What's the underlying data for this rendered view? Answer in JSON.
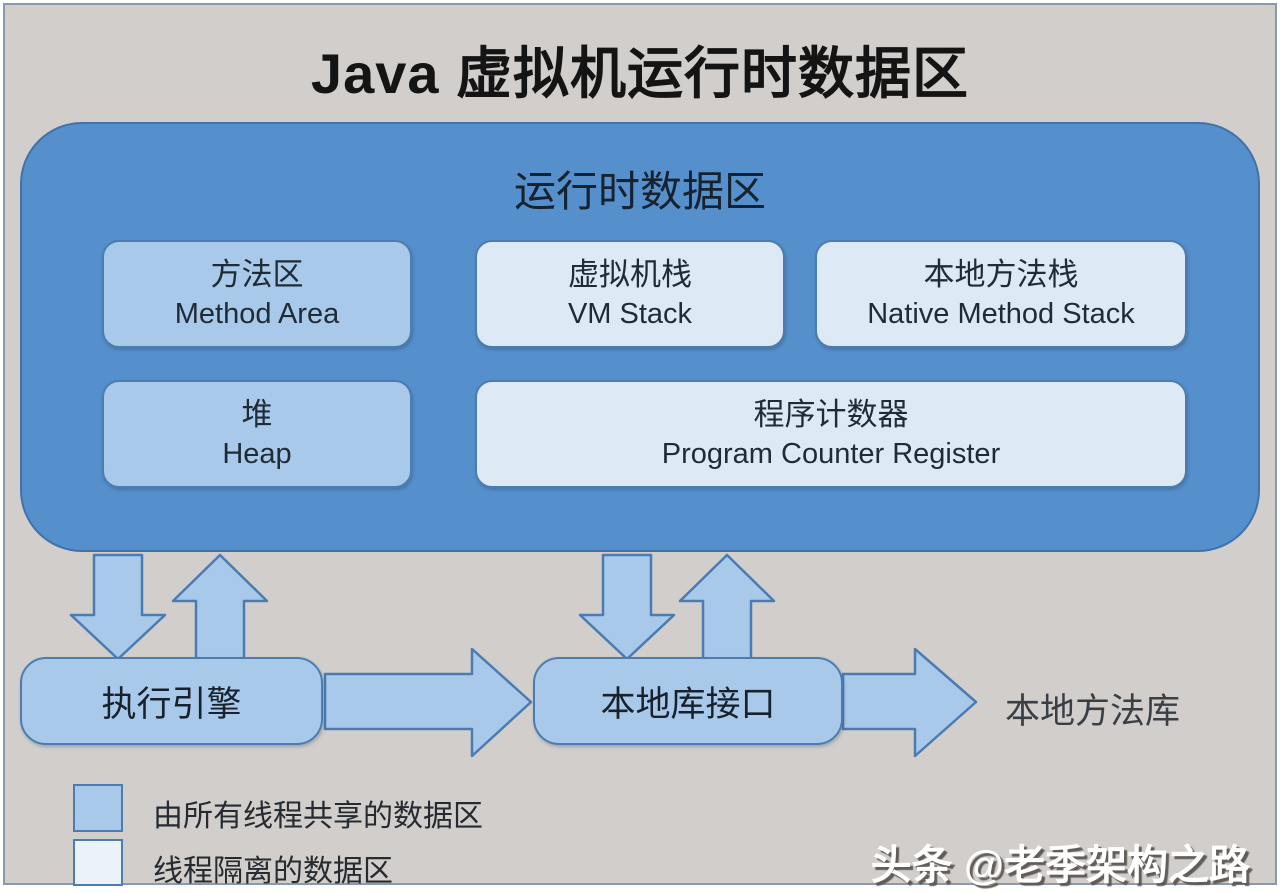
{
  "page": {
    "title": "Java 虚拟机运行时数据区"
  },
  "diagram": {
    "runtime_area": {
      "title": "运行时数据区",
      "boxes": [
        {
          "id": "method-area",
          "zh": "方法区",
          "en": "Method Area",
          "category": "shared"
        },
        {
          "id": "vm-stack",
          "zh": "虚拟机栈",
          "en": "VM Stack",
          "category": "isolated"
        },
        {
          "id": "native-method-stack",
          "zh": "本地方法栈",
          "en": "Native Method Stack",
          "category": "isolated"
        },
        {
          "id": "heap",
          "zh": "堆",
          "en": "Heap",
          "category": "shared"
        },
        {
          "id": "pc-register",
          "zh": "程序计数器",
          "en": "Program Counter Register",
          "category": "isolated"
        }
      ]
    },
    "execution_engine": {
      "label": "执行引擎"
    },
    "native_interface": {
      "label": "本地库接口"
    },
    "native_library": {
      "label": "本地方法库"
    },
    "arrows": [
      {
        "name": "runtime-to-engine",
        "direction": "down"
      },
      {
        "name": "engine-to-runtime",
        "direction": "up"
      },
      {
        "name": "runtime-to-interface",
        "direction": "down"
      },
      {
        "name": "interface-to-runtime",
        "direction": "up"
      },
      {
        "name": "engine-to-interface",
        "direction": "right"
      },
      {
        "name": "interface-to-native-lib",
        "direction": "right"
      }
    ]
  },
  "legend": {
    "items": [
      {
        "swatch": "shared",
        "label": "由所有线程共享的数据区"
      },
      {
        "swatch": "isolated",
        "label": "线程隔离的数据区"
      }
    ]
  },
  "watermark": {
    "text": "头条 @老季架构之路"
  },
  "colors": {
    "canvas_background": "#d2cecc",
    "frame_border": "#8a99ad",
    "runtime_container_fill": "#5590cd",
    "runtime_container_border": "#3f73a9",
    "shared_box_fill": "#a9c9ea",
    "isolated_box_fill": "#dde9f5",
    "box_border": "#4d7dae",
    "arrow_fill": "#a9c9ea",
    "arrow_stroke": "#4a7cb2",
    "title_text": "#141414",
    "box_text": "#1f2b36",
    "watermark_text": "#ffffff"
  }
}
